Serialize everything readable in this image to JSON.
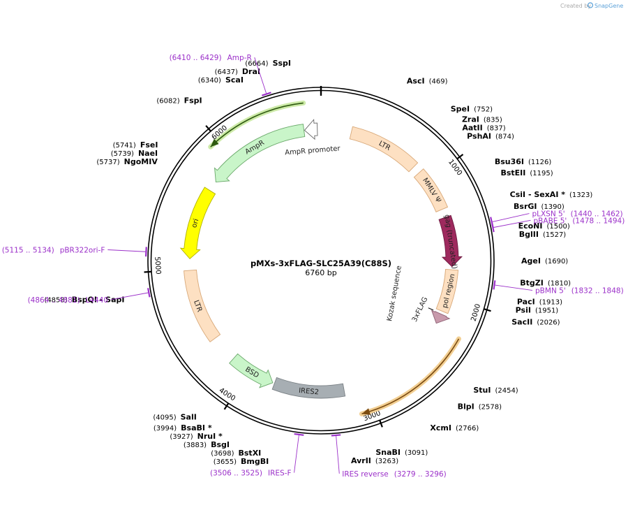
{
  "app": {
    "credit": "Created by",
    "brand": "SnapGene"
  },
  "plasmid": {
    "name": "pMXs-3xFLAG-SLC25A39(C88S)",
    "size_label": "6760 bp",
    "length": 6760
  },
  "ticks": [
    {
      "pos": 1000,
      "label": "1000"
    },
    {
      "pos": 2000,
      "label": "2000"
    },
    {
      "pos": 3000,
      "label": "3000"
    },
    {
      "pos": 4000,
      "label": "4000"
    },
    {
      "pos": 5000,
      "label": "5000"
    },
    {
      "pos": 6000,
      "label": "6000"
    }
  ],
  "sites": [
    {
      "name": "SspI",
      "pos": 6664,
      "pos_label": "(6664)"
    },
    {
      "name": "AscI",
      "pos": 469,
      "pos_label": "(469)"
    },
    {
      "name": "SpeI",
      "pos": 752,
      "pos_label": "(752)"
    },
    {
      "name": "ZraI",
      "pos": 835,
      "pos_label": "(835)"
    },
    {
      "name": "AatII",
      "pos": 837,
      "pos_label": "(837)"
    },
    {
      "name": "PshAI",
      "pos": 874,
      "pos_label": "(874)"
    },
    {
      "name": "Bsu36I",
      "pos": 1126,
      "pos_label": "(1126)"
    },
    {
      "name": "BstEII",
      "pos": 1195,
      "pos_label": "(1195)"
    },
    {
      "name": "CsiI  - SexAI *",
      "pos": 1323,
      "pos_label": "(1323)"
    },
    {
      "name": "BsrGI",
      "pos": 1390,
      "pos_label": "(1390)"
    },
    {
      "name": "EcoNI",
      "pos": 1500,
      "pos_label": "(1500)"
    },
    {
      "name": "BglII",
      "pos": 1527,
      "pos_label": "(1527)"
    },
    {
      "name": "AgeI",
      "pos": 1690,
      "pos_label": "(1690)"
    },
    {
      "name": "BtgZI",
      "pos": 1810,
      "pos_label": "(1810)"
    },
    {
      "name": "PacI",
      "pos": 1913,
      "pos_label": "(1913)"
    },
    {
      "name": "PsiI",
      "pos": 1951,
      "pos_label": "(1951)"
    },
    {
      "name": "SacII",
      "pos": 2026,
      "pos_label": "(2026)"
    },
    {
      "name": "StuI",
      "pos": 2454,
      "pos_label": "(2454)"
    },
    {
      "name": "BlpI",
      "pos": 2578,
      "pos_label": "(2578)"
    },
    {
      "name": "XcmI",
      "pos": 2766,
      "pos_label": "(2766)"
    },
    {
      "name": "SnaBI",
      "pos": 3091,
      "pos_label": "(3091)"
    },
    {
      "name": "AvrII",
      "pos": 3263,
      "pos_label": "(3263)"
    },
    {
      "name": "BmgBI",
      "pos": 3655,
      "pos_label": "(3655)"
    },
    {
      "name": "BstXI",
      "pos": 3698,
      "pos_label": "(3698)"
    },
    {
      "name": "BsgI",
      "pos": 3883,
      "pos_label": "(3883)"
    },
    {
      "name": "NruI *",
      "pos": 3927,
      "pos_label": "(3927)"
    },
    {
      "name": "BsaBI *",
      "pos": 3994,
      "pos_label": "(3994)"
    },
    {
      "name": "SalI",
      "pos": 4095,
      "pos_label": "(4095)"
    },
    {
      "name": "BspQI  - SapI",
      "pos": 4858,
      "pos_label": "(4858)"
    },
    {
      "name": "NgoMIV",
      "pos": 5737,
      "pos_label": "(5737)"
    },
    {
      "name": "NaeI",
      "pos": 5739,
      "pos_label": "(5739)"
    },
    {
      "name": "FseI",
      "pos": 5741,
      "pos_label": "(5741)"
    },
    {
      "name": "FspI",
      "pos": 6082,
      "pos_label": "(6082)"
    },
    {
      "name": "ScaI",
      "pos": 6340,
      "pos_label": "(6340)"
    },
    {
      "name": "DraI",
      "pos": 6437,
      "pos_label": "(6437)"
    }
  ],
  "primers": [
    {
      "name": "Amp-R",
      "range_label": "(6410 .. 6429)",
      "start": 6410,
      "end": 6429
    },
    {
      "name": "pLXSN 5'",
      "range_label": "(1440 .. 1462)",
      "start": 1440,
      "end": 1462
    },
    {
      "name": "pBABE 5'",
      "range_label": "(1478 .. 1494)",
      "start": 1478,
      "end": 1494
    },
    {
      "name": "pBMN 5'",
      "range_label": "(1832 .. 1848)",
      "start": 1832,
      "end": 1848
    },
    {
      "name": "pBR322ori-F",
      "range_label": "(5115 .. 5134)",
      "start": 5115,
      "end": 5134
    },
    {
      "name": "L4440",
      "range_label": "(4864 .. 4881)",
      "start": 4864,
      "end": 4881
    },
    {
      "name": "IRES-F",
      "range_label": "(3506 .. 3525)",
      "start": 3506,
      "end": 3525
    },
    {
      "name": "IRES reverse",
      "range_label": "(3279 .. 3296)",
      "start": 3279,
      "end": 3296
    }
  ],
  "features": [
    {
      "name": "LTR",
      "label": "LTR",
      "start": 250,
      "end": 840,
      "dir": 0,
      "color": "#fde0c2",
      "stroke": "#d8a878"
    },
    {
      "name": "MMLV psi",
      "label": "MMLV Ψ",
      "start": 905,
      "end": 1260,
      "dir": 0,
      "color": "#fde0c2",
      "stroke": "#d8a878"
    },
    {
      "name": "gag (truncated)",
      "label": "gag (truncated)",
      "start": 1330,
      "end": 1740,
      "dir": 1,
      "color": "#9e2a5e",
      "stroke": "#6e1a40"
    },
    {
      "name": "pol region",
      "label": "pol region",
      "start": 1765,
      "end": 2115,
      "dir": 0,
      "color": "#fde0c2",
      "stroke": "#d8a878"
    },
    {
      "name": "3xFLAG",
      "label": "3xFLAG",
      "start": 2140,
      "end": 2225,
      "dir": 1,
      "color": "#c89aac",
      "stroke": "#8e6074"
    },
    {
      "name": "IRES2",
      "label": "IRES2",
      "start": 3190,
      "end": 3770,
      "dir": 0,
      "color": "#a7aeb3",
      "stroke": "#7a8085"
    },
    {
      "name": "BSD",
      "label": "BSD",
      "start": 3785,
      "end": 4165,
      "dir": -1,
      "color": "#c9f5c9",
      "stroke": "#6aa86a"
    },
    {
      "name": "LTR",
      "label": "LTR",
      "start": 4390,
      "end": 4990,
      "dir": 0,
      "color": "#fde0c2",
      "stroke": "#d8a878"
    },
    {
      "name": "ori",
      "label": "ori",
      "start": 5085,
      "end": 5675,
      "dir": -1,
      "color": "#ffff00",
      "stroke": "#b0b000"
    },
    {
      "name": "AmpR",
      "label": "AmpR",
      "start": 5760,
      "end": 6620,
      "dir": -1,
      "color": "#c9f5c9",
      "stroke": "#6aa86a"
    },
    {
      "name": "AmpR promoter",
      "label": "AmpR promoter",
      "start": 6625,
      "end": 6730,
      "dir": -1,
      "color": "#ffffff",
      "stroke": "#666666"
    }
  ],
  "outer_arcs": [
    {
      "name": "SLC25A39(C88S)",
      "start": 2245,
      "end": 3100,
      "dir": 1,
      "color": "#f2cf93"
    },
    {
      "name": "AmpR highlight",
      "start": 5930,
      "end": 6640,
      "dir": -1,
      "color": "#cdeaa8"
    }
  ],
  "kozak": {
    "label": "Kozak sequence",
    "pos": 2136
  }
}
